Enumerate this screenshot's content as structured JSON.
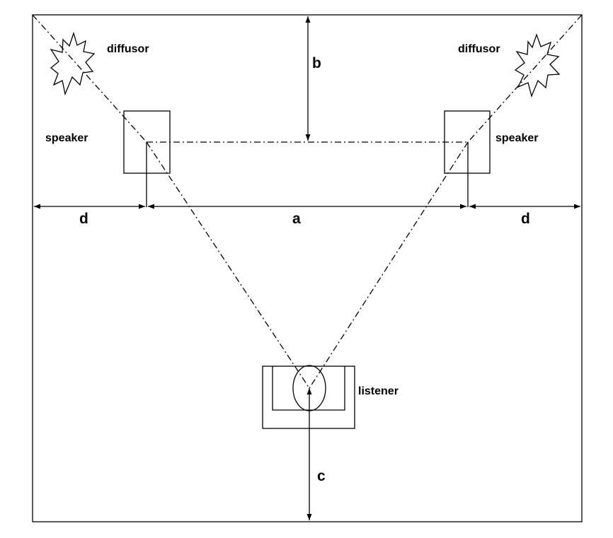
{
  "labels": {
    "diffusor_left": "diffusor",
    "diffusor_right": "diffusor",
    "speaker_left": "speaker",
    "speaker_right": "speaker",
    "listener": "listener",
    "a": "a",
    "b": "b",
    "c": "c",
    "d_left": "d",
    "d_right": "d"
  }
}
